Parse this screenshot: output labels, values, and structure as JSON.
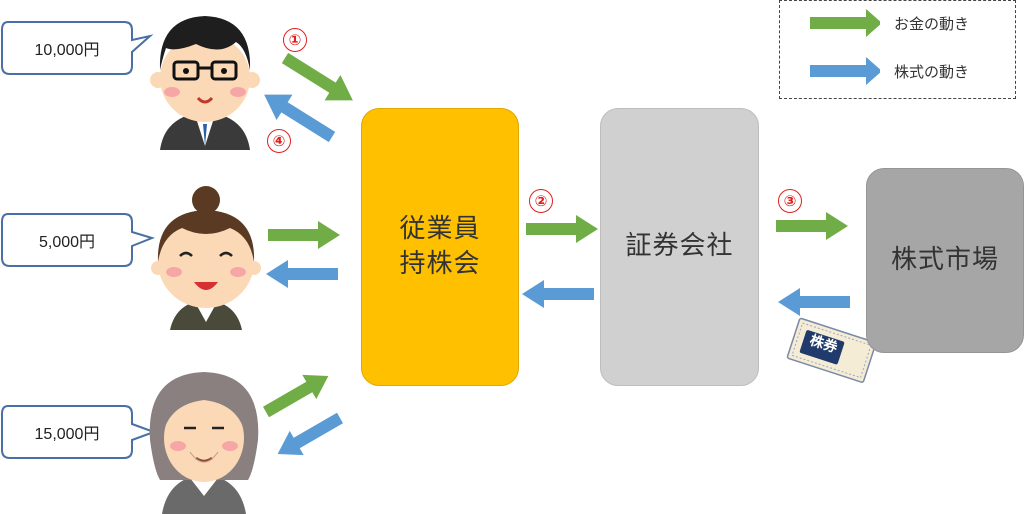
{
  "people": [
    {
      "amount": "10,000円"
    },
    {
      "amount": "5,000円"
    },
    {
      "amount": "15,000円"
    }
  ],
  "steps": [
    "①",
    "②",
    "③",
    "④"
  ],
  "boxes": {
    "esop_line1": "従業員",
    "esop_line2": "持株会",
    "securities": "証券会社",
    "market": "株式市場"
  },
  "stock_certificate": {
    "label": "株券"
  },
  "legend": {
    "money_label": "お金の動き",
    "stock_label": "株式の動き"
  },
  "colors": {
    "money_arrow": "#70ad47",
    "stock_arrow": "#5b9bd5",
    "esop_box": "#ffc000",
    "securities_box": "#d0d0d0",
    "market_box": "#a6a6a6",
    "step_number": "#e02020"
  }
}
